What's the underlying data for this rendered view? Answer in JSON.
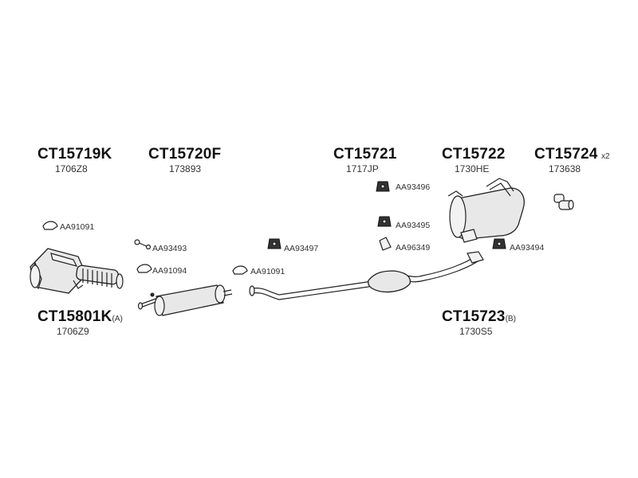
{
  "main_parts": [
    {
      "code": "CT15719K",
      "ref": "1706Z8",
      "suffix": ""
    },
    {
      "code": "CT15720F",
      "ref": "173893",
      "suffix": ""
    },
    {
      "code": "CT15721",
      "ref": "1717JP",
      "suffix": ""
    },
    {
      "code": "CT15722",
      "ref": "1730HE",
      "suffix": ""
    },
    {
      "code": "CT15724",
      "ref": "173638",
      "suffix": "x2"
    },
    {
      "code": "CT15801K",
      "ref": "1706Z9",
      "suffix": "(A)"
    },
    {
      "code": "CT15723",
      "ref": "1730S5",
      "suffix": "(B)"
    }
  ],
  "accessories": [
    {
      "code": "AA91091"
    },
    {
      "code": "AA93493"
    },
    {
      "code": "AA91094"
    },
    {
      "code": "AA93497"
    },
    {
      "code": "AA91091"
    },
    {
      "code": "AA93496"
    },
    {
      "code": "AA93495"
    },
    {
      "code": "AA96349"
    },
    {
      "code": "AA93494"
    }
  ]
}
